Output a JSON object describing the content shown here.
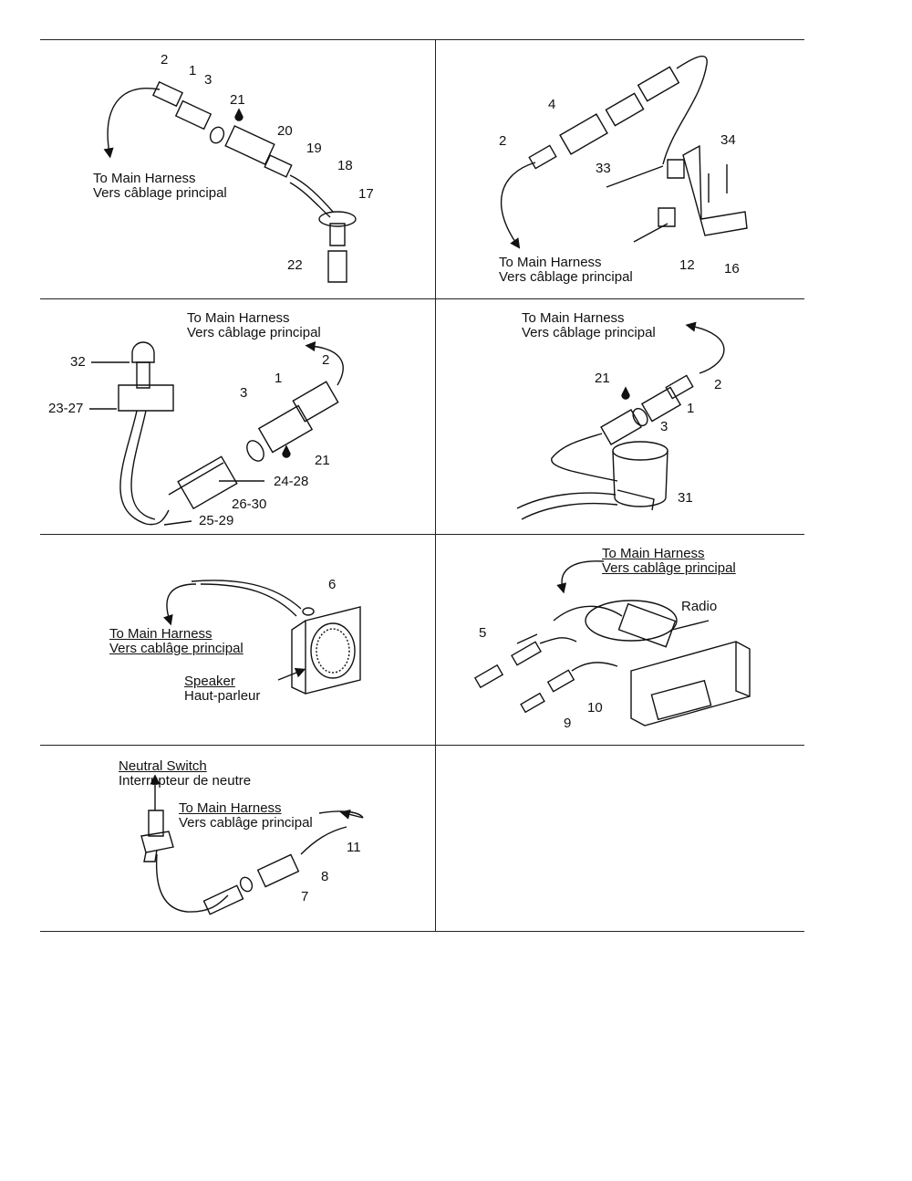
{
  "panels": {
    "p1": {
      "to_main_en": "To Main Harness",
      "to_main_fr": "Vers câblage principal",
      "callouts": {
        "c2": "2",
        "c1": "1",
        "c3": "3",
        "c21": "21",
        "c20": "20",
        "c19": "19",
        "c18": "18",
        "c17": "17",
        "c22": "22"
      }
    },
    "p2": {
      "to_main_en": "To Main Harness",
      "to_main_fr": "Vers câblage principal",
      "callouts": {
        "c4": "4",
        "c2": "2",
        "c33": "33",
        "c34": "34",
        "c12": "12",
        "c16": "16"
      }
    },
    "p3": {
      "to_main_en": "To Main Harness",
      "to_main_fr": "Vers câblage principal",
      "callouts": {
        "c32": "32",
        "c23_27": "23-27",
        "c1": "1",
        "c2": "2",
        "c3": "3",
        "c21": "21",
        "c24_28": "24-28",
        "c26_30": "26-30",
        "c25_29": "25-29"
      }
    },
    "p4": {
      "to_main_en": "To Main Harness",
      "to_main_fr": "Vers câblage principal",
      "callouts": {
        "c21": "21",
        "c2": "2",
        "c1": "1",
        "c3": "3",
        "c31": "31"
      }
    },
    "p5": {
      "to_main_en": "To Main Harness",
      "to_main_fr": "Vers cablâge principal",
      "speaker_en": "Speaker",
      "speaker_fr": "Haut-parleur",
      "callouts": {
        "c6": "6"
      }
    },
    "p6": {
      "to_main_en": "To Main Harness",
      "to_main_fr": "Vers cablâge principal",
      "radio": "Radio",
      "callouts": {
        "c5": "5",
        "c10": "10",
        "c9": "9"
      }
    },
    "p7": {
      "switch_en": "Neutral Switch",
      "switch_fr": "Interrupteur de neutre",
      "to_main_en": "To Main Harness",
      "to_main_fr": "Vers cablâge principal",
      "callouts": {
        "c11": "11",
        "c8": "8",
        "c7": "7"
      }
    }
  }
}
